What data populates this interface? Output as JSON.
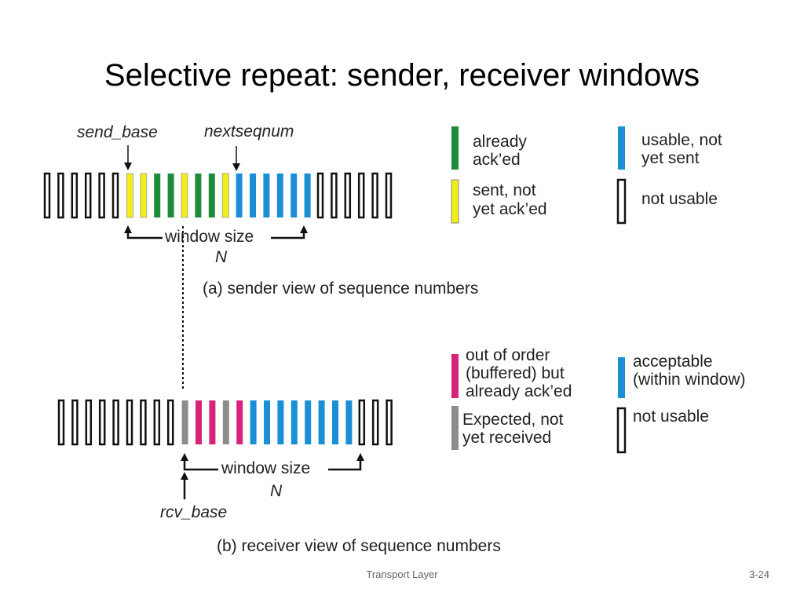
{
  "slide": {
    "title": "Selective repeat: sender, receiver windows",
    "footer_center": "Transport Layer",
    "footer_right": "3-24"
  },
  "colors": {
    "acked": "#1e8a3c",
    "sent_not_acked": "#f2ee1a",
    "usable": "#1a8fd6",
    "out_of_order": "#d6247a",
    "expected": "#8c8c8c",
    "not_usable": "#ffffff",
    "outline": "#111111"
  },
  "sender": {
    "send_base_label": "send_base",
    "nextseqnum_label": "nextseqnum",
    "window_size_label": "window size",
    "n_label": "N",
    "caption": "(a) sender view of sequence numbers",
    "slots": [
      "not_usable",
      "not_usable",
      "not_usable",
      "not_usable",
      "not_usable",
      "not_usable",
      "sent_not_acked",
      "sent_not_acked",
      "acked",
      "acked",
      "sent_not_acked",
      "acked",
      "acked",
      "sent_not_acked",
      "usable",
      "usable",
      "usable",
      "usable",
      "usable",
      "usable",
      "not_usable",
      "not_usable",
      "not_usable",
      "not_usable",
      "not_usable",
      "not_usable"
    ]
  },
  "receiver": {
    "rcv_base_label": "rcv_base",
    "window_size_label": "window size",
    "n_label": "N",
    "caption": "(b) receiver view of sequence numbers",
    "slots": [
      "not_usable",
      "not_usable",
      "not_usable",
      "not_usable",
      "not_usable",
      "not_usable",
      "not_usable",
      "not_usable",
      "not_usable",
      "expected",
      "out_of_order",
      "out_of_order",
      "expected",
      "out_of_order",
      "usable",
      "usable",
      "usable",
      "usable",
      "usable",
      "usable",
      "usable",
      "usable",
      "not_usable",
      "not_usable",
      "not_usable"
    ]
  },
  "sender_legend": [
    {
      "key": "acked",
      "lines": [
        "already",
        "ack’ed"
      ]
    },
    {
      "key": "sent_not_acked",
      "lines": [
        "sent, not",
        "yet ack’ed"
      ]
    },
    {
      "key": "usable",
      "lines": [
        "usable, not",
        "yet sent"
      ]
    },
    {
      "key": "not_usable",
      "lines": [
        "not usable"
      ]
    }
  ],
  "receiver_legend": [
    {
      "key": "out_of_order",
      "lines": [
        "out of order",
        "(buffered) but",
        "already ack’ed"
      ]
    },
    {
      "key": "expected",
      "lines": [
        "Expected,  not",
        "yet received"
      ]
    },
    {
      "key": "usable",
      "lines": [
        "acceptable",
        "(within window)"
      ]
    },
    {
      "key": "not_usable",
      "lines": [
        "not usable"
      ]
    }
  ]
}
